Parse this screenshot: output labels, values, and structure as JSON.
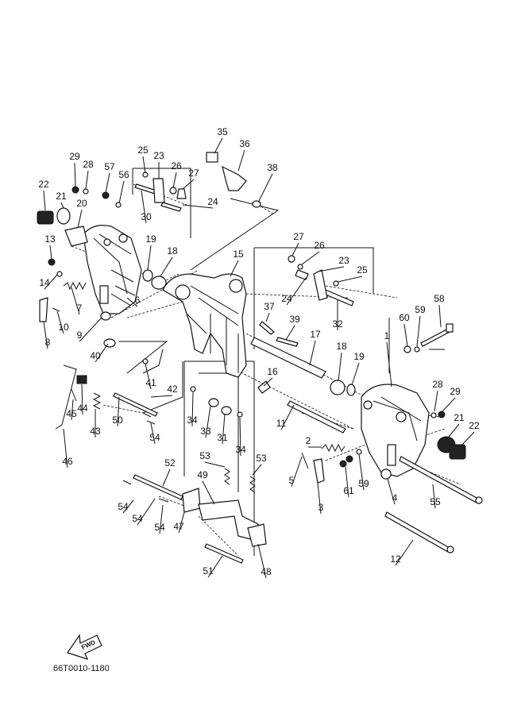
{
  "diagram_code": "66T0010-1180",
  "fwd_label": "FWD",
  "part_numbers": [
    "1",
    "2",
    "3",
    "4",
    "5",
    "6",
    "7",
    "8",
    "9",
    "10",
    "11",
    "12",
    "13",
    "14",
    "15",
    "16",
    "17",
    "18",
    "19",
    "20",
    "21",
    "22",
    "23",
    "24",
    "25",
    "26",
    "27",
    "28",
    "29",
    "30",
    "31",
    "32",
    "33",
    "34",
    "35",
    "36",
    "37",
    "38",
    "39",
    "40",
    "41",
    "42",
    "43",
    "44",
    "45",
    "46",
    "47",
    "48",
    "49",
    "50",
    "51",
    "52",
    "53",
    "54",
    "55",
    "56",
    "57",
    "58",
    "59",
    "60",
    "61"
  ]
}
